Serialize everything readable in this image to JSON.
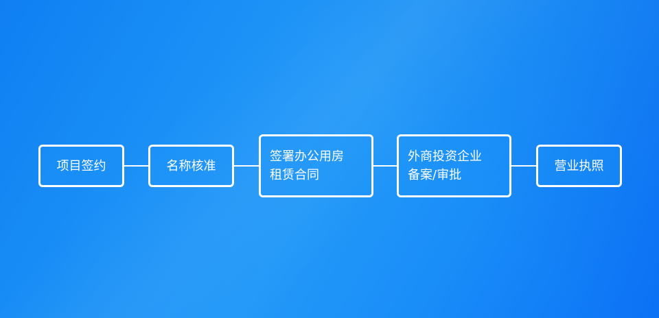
{
  "steps": [
    {
      "label": "项目签约"
    },
    {
      "label": "名称核准"
    },
    {
      "label_line1": "签署办公用房",
      "label_line2": "租赁合同"
    },
    {
      "label_line1": "外商投资企业",
      "label_line2": "备案/审批"
    },
    {
      "label": "营业执照"
    }
  ]
}
